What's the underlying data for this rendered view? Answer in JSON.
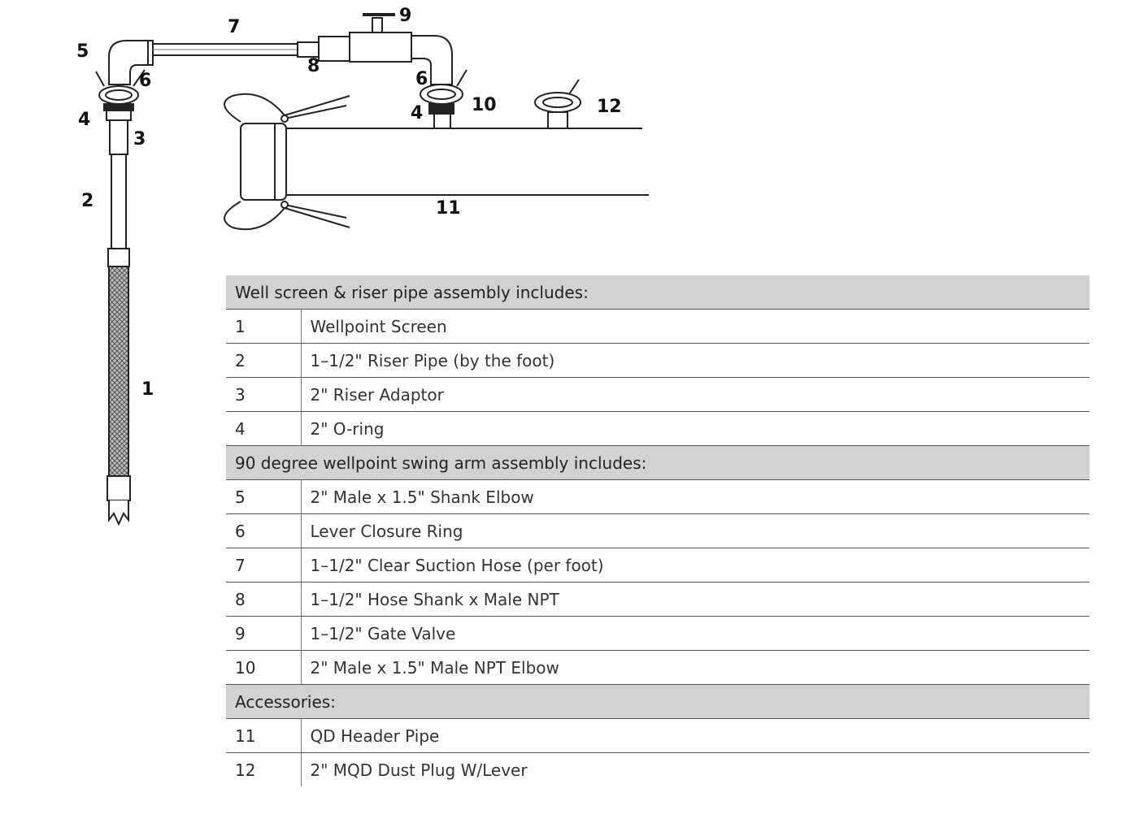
{
  "callouts": {
    "c1": "1",
    "c2": "2",
    "c3": "3",
    "c4a": "4",
    "c4b": "4",
    "c5": "5",
    "c6a": "6",
    "c6b": "6",
    "c7": "7",
    "c8": "8",
    "c9": "9",
    "c10": "10",
    "c11": "11",
    "c12": "12"
  },
  "table": {
    "sections": [
      {
        "title": "Well screen & riser pipe assembly includes:",
        "items": [
          {
            "num": "1",
            "desc": "Wellpoint Screen"
          },
          {
            "num": "2",
            "desc": "1–1/2\" Riser Pipe (by the foot)"
          },
          {
            "num": "3",
            "desc": "2\" Riser Adaptor"
          },
          {
            "num": "4",
            "desc": "2\" O-ring"
          }
        ]
      },
      {
        "title": "90 degree wellpoint swing arm assembly includes:",
        "items": [
          {
            "num": "5",
            "desc": "2\" Male x 1.5\" Shank Elbow"
          },
          {
            "num": "6",
            "desc": "Lever Closure Ring"
          },
          {
            "num": "7",
            "desc": "1–1/2\" Clear Suction Hose (per foot)"
          },
          {
            "num": "8",
            "desc": "1–1/2\" Hose Shank x Male NPT"
          },
          {
            "num": "9",
            "desc": "1–1/2\" Gate Valve"
          },
          {
            "num": "10",
            "desc": "2\" Male x 1.5\" Male NPT Elbow"
          }
        ]
      },
      {
        "title": "Accessories:",
        "items": [
          {
            "num": "11",
            "desc": "QD Header Pipe"
          },
          {
            "num": "12",
            "desc": "2\" MQD Dust Plug W/Lever"
          }
        ]
      }
    ]
  }
}
